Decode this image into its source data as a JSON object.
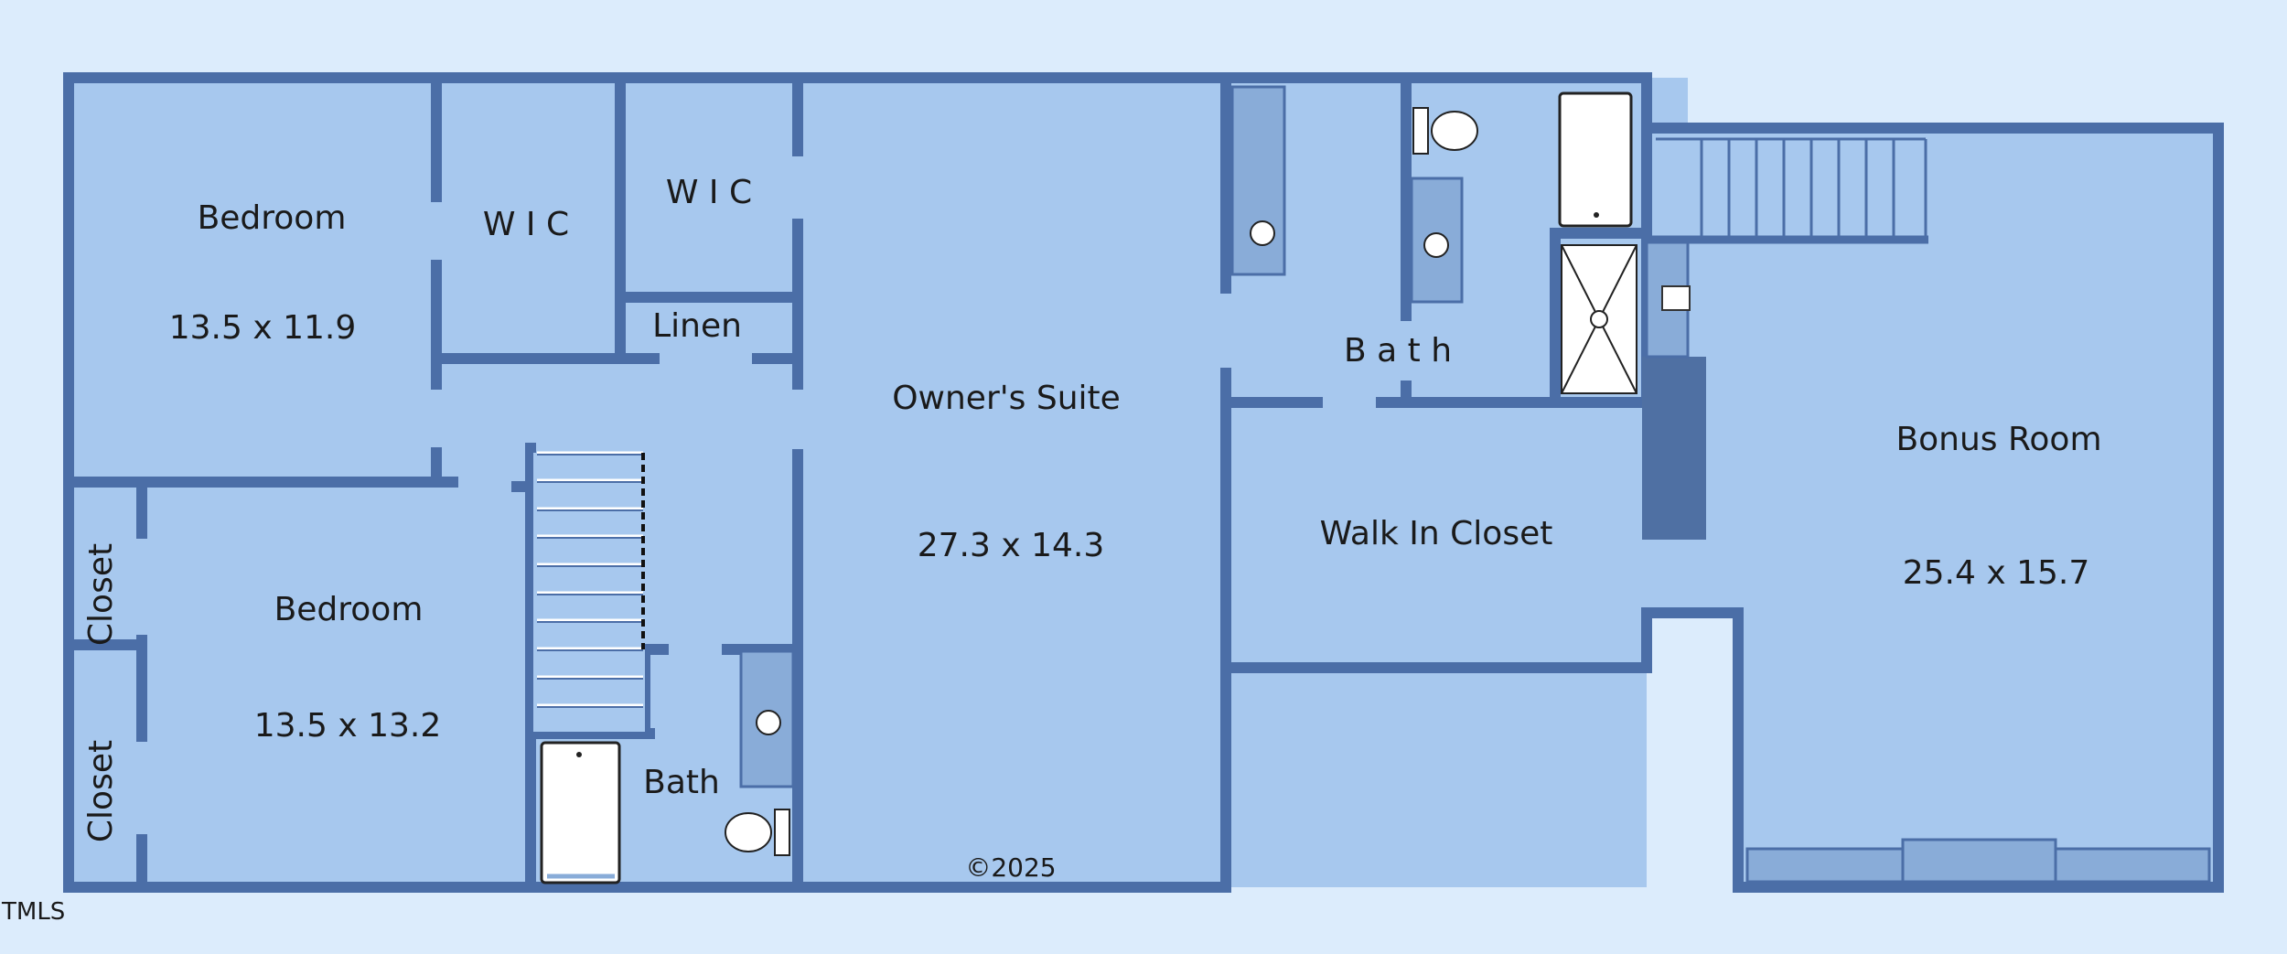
{
  "colors": {
    "background": "#dcecfc",
    "floor": "#a7c8ee",
    "wall": "#4b6ea7",
    "fixture_fill": "#89acd8",
    "dark_block": "#4f70a3"
  },
  "rooms": {
    "bedroom_top": {
      "name": "Bedroom",
      "size": "13.5 x 11.9"
    },
    "wic_left": {
      "name": "W I C"
    },
    "wic_right": {
      "name": "W I C"
    },
    "linen": {
      "name": "Linen"
    },
    "owners_suite": {
      "name": "Owner's Suite",
      "size": "27.3 x 14.3"
    },
    "bath_owner": {
      "name": "B a t h"
    },
    "walk_in_closet": {
      "name": "Walk In Closet"
    },
    "bonus_room": {
      "name": "Bonus Room",
      "size": "25.4 x 15.7"
    },
    "bedroom_bottom": {
      "name": "Bedroom",
      "size": "13.5 x 13.2"
    },
    "closet_upper": {
      "name": "Closet"
    },
    "closet_lower": {
      "name": "Closet"
    },
    "bath_hall": {
      "name": "Bath"
    }
  },
  "copyright": "©2025",
  "watermark": "TMLS"
}
